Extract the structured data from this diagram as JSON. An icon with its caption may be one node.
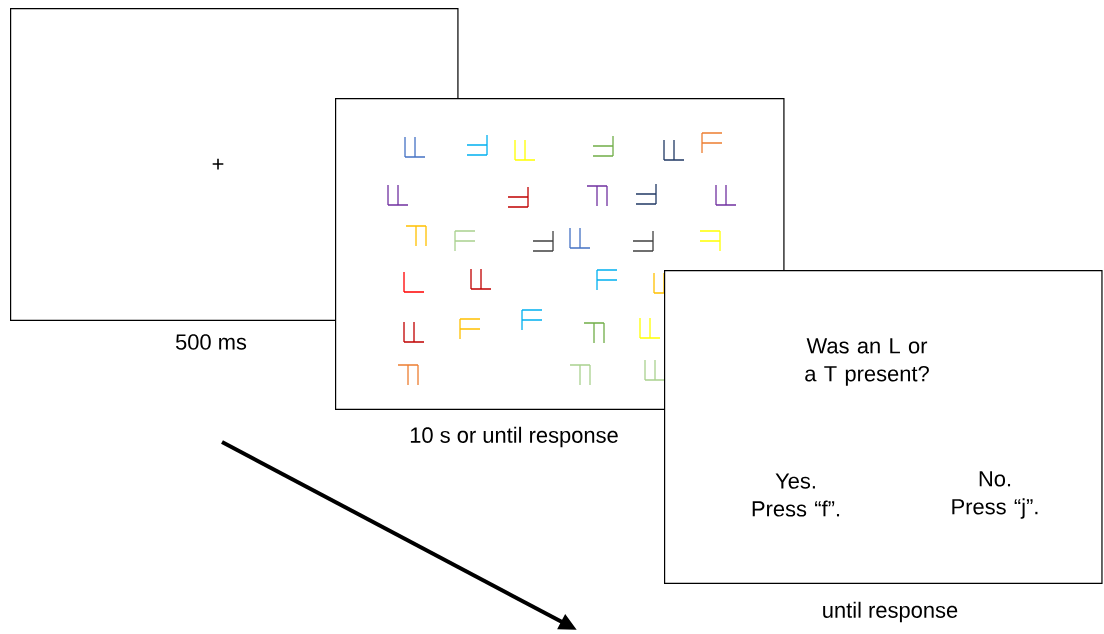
{
  "diagram": {
    "nodes": [
      {
        "text": [
          "+"
        ],
        "beside": [
          "500 ms"
        ]
      },
      {
        "text": [],
        "shape": "picture",
        "beside": [
          "10 s or until response"
        ]
      },
      {
        "text": [
          "Was an L or a T present?",
          "Yes. Press “f”.",
          "No. Press “j”."
        ],
        "beside": [
          "until response"
        ]
      }
    ]
  }
}
